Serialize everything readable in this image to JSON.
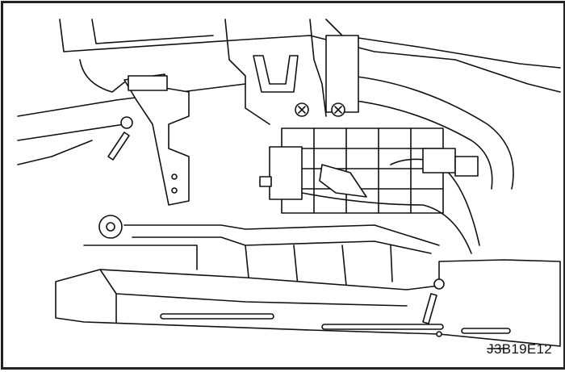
{
  "figure": {
    "label": "J3B19E12",
    "components": [
      "bracket-screw-left",
      "bracket-screw-right",
      "connector",
      "relay",
      "wiring-harness",
      "lower-panel",
      "duct"
    ]
  }
}
